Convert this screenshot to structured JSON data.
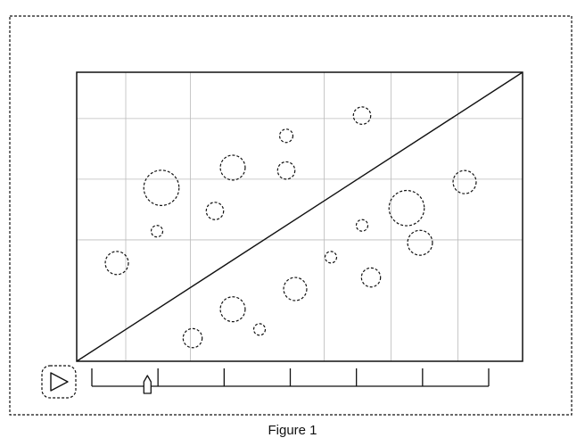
{
  "caption": "Figure 1",
  "icons": {
    "play": "play-icon",
    "slider_thumb": "slider-thumb-icon"
  },
  "colors": {
    "ink": "#111111",
    "grid": "#bbbbbb",
    "background": "#ffffff"
  },
  "slider": {
    "tick_count": 7,
    "position": 0.14
  },
  "chart_data": {
    "type": "scatter",
    "title": "",
    "xlabel": "",
    "ylabel": "",
    "xlim": [
      0,
      1
    ],
    "ylim": [
      0,
      1
    ],
    "grid": true,
    "reference_line": {
      "from": [
        0,
        0
      ],
      "to": [
        1,
        1
      ]
    },
    "points": [
      {
        "x": 0.09,
        "y": 0.34,
        "r": 0.04
      },
      {
        "x": 0.18,
        "y": 0.45,
        "r": 0.02
      },
      {
        "x": 0.19,
        "y": 0.6,
        "r": 0.061
      },
      {
        "x": 0.26,
        "y": 0.08,
        "r": 0.033
      },
      {
        "x": 0.31,
        "y": 0.52,
        "r": 0.03
      },
      {
        "x": 0.35,
        "y": 0.18,
        "r": 0.043
      },
      {
        "x": 0.35,
        "y": 0.67,
        "r": 0.043
      },
      {
        "x": 0.41,
        "y": 0.11,
        "r": 0.02
      },
      {
        "x": 0.47,
        "y": 0.66,
        "r": 0.03
      },
      {
        "x": 0.47,
        "y": 0.78,
        "r": 0.023
      },
      {
        "x": 0.49,
        "y": 0.25,
        "r": 0.04
      },
      {
        "x": 0.57,
        "y": 0.36,
        "r": 0.02
      },
      {
        "x": 0.64,
        "y": 0.47,
        "r": 0.02
      },
      {
        "x": 0.64,
        "y": 0.85,
        "r": 0.03
      },
      {
        "x": 0.66,
        "y": 0.29,
        "r": 0.033
      },
      {
        "x": 0.74,
        "y": 0.53,
        "r": 0.061
      },
      {
        "x": 0.77,
        "y": 0.41,
        "r": 0.043
      },
      {
        "x": 0.87,
        "y": 0.62,
        "r": 0.04
      }
    ]
  }
}
